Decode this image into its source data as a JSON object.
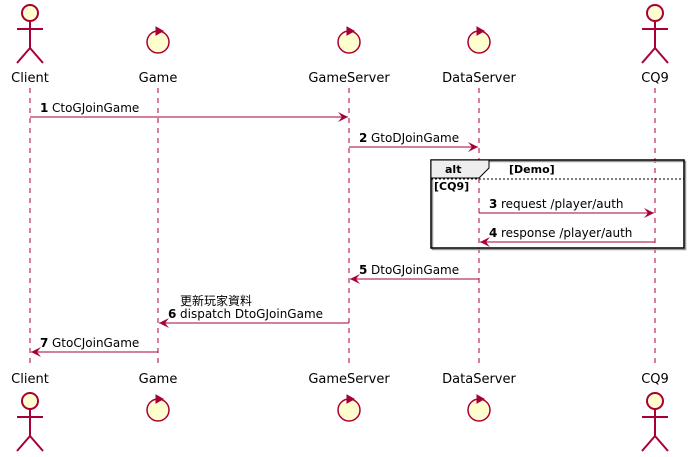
{
  "participants": [
    {
      "id": "client",
      "label": "Client",
      "kind": "actor"
    },
    {
      "id": "game",
      "label": "Game",
      "kind": "control"
    },
    {
      "id": "gameserver",
      "label": "GameServer",
      "kind": "control"
    },
    {
      "id": "dataserver",
      "label": "DataServer",
      "kind": "control"
    },
    {
      "id": "cq9",
      "label": "CQ9",
      "kind": "actor"
    }
  ],
  "messages": [
    {
      "num": "1",
      "lines": [
        "CtoGJoinGame"
      ],
      "from": "client",
      "to": "gameserver"
    },
    {
      "num": "2",
      "lines": [
        "GtoDJoinGame"
      ],
      "from": "gameserver",
      "to": "dataserver"
    },
    {
      "num": "3",
      "lines": [
        "request /player/auth"
      ],
      "from": "dataserver",
      "to": "cq9"
    },
    {
      "num": "4",
      "lines": [
        "response /player/auth"
      ],
      "from": "cq9",
      "to": "dataserver"
    },
    {
      "num": "5",
      "lines": [
        "DtoGJoinGame"
      ],
      "from": "dataserver",
      "to": "gameserver"
    },
    {
      "num": "6",
      "lines": [
        "更新玩家資料",
        "dispatch DtoGJoinGame"
      ],
      "from": "gameserver",
      "to": "game"
    },
    {
      "num": "7",
      "lines": [
        "GtoCJoinGame"
      ],
      "from": "game",
      "to": "client"
    }
  ],
  "fragment": {
    "keyword": "alt",
    "condition": "[Demo]",
    "guard": "[CQ9]"
  },
  "colors": {
    "line": "#A80036",
    "fill": "#FEFECE",
    "fragment_border": "#000000",
    "fragment_tab": "#EEEEEE"
  }
}
